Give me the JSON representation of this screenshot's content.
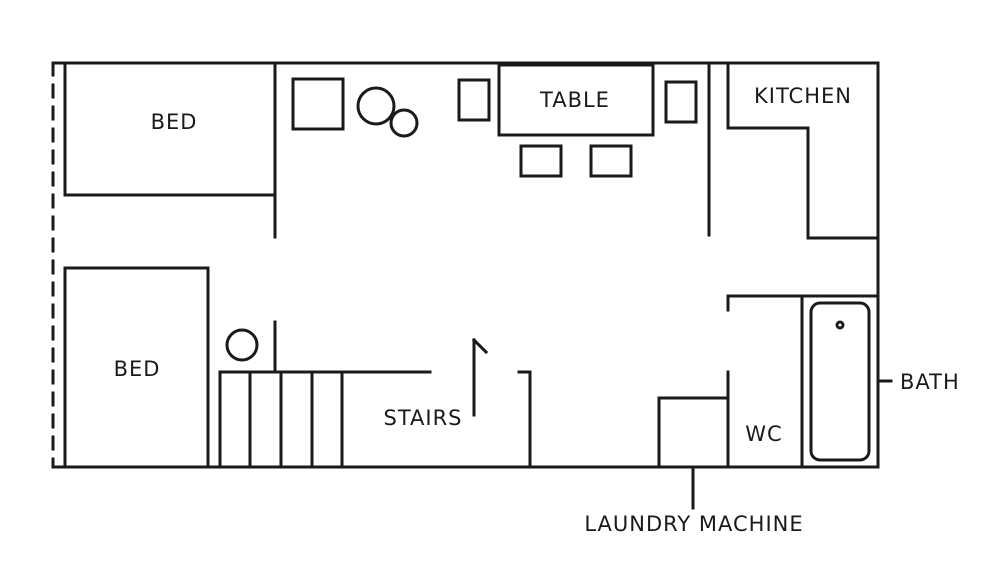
{
  "labels": {
    "bed_top": "BED",
    "bed_bottom": "BED",
    "table": "TABLE",
    "kitchen": "KITCHEN",
    "stairs": "STAIRS",
    "wc": "WC",
    "bath": "BATH",
    "laundry": "LAUNDRY MACHINE"
  }
}
